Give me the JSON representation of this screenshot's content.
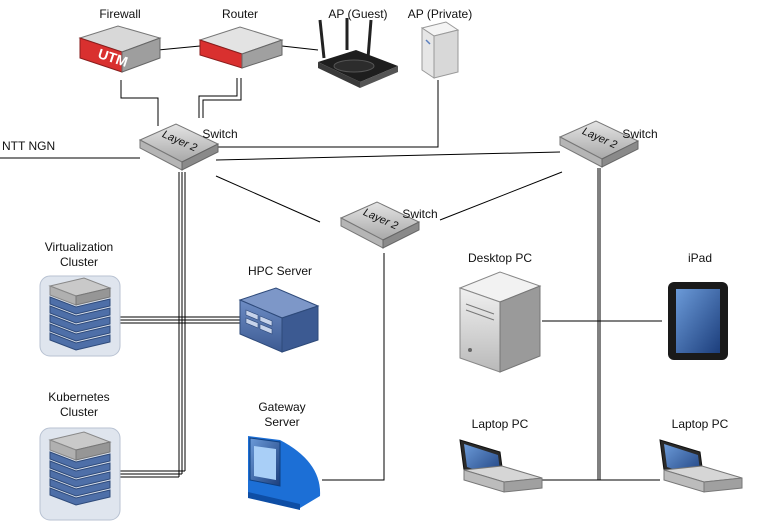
{
  "labels": {
    "firewall": "Firewall",
    "router": "Router",
    "ap_guest": "AP (Guest)",
    "ap_private": "AP (Private)",
    "ntt_ngn": "NTT NGN",
    "switch_main": "Switch",
    "switch_right": "Switch",
    "switch_mid": "Switch",
    "virtualization_line1": "Virtualization",
    "virtualization_line2": "Cluster",
    "hpc_server": "HPC Server",
    "desktop_pc": "Desktop PC",
    "ipad": "iPad",
    "kubernetes_line1": "Kubernetes",
    "kubernetes_line2": "Cluster",
    "gateway_line1": "Gateway",
    "gateway_line2": "Server",
    "laptop_left": "Laptop PC",
    "laptop_right": "Laptop PC"
  },
  "device_text": {
    "utm": "UTM",
    "switch_badge": "Layer 2"
  },
  "colors": {
    "line": "#000000",
    "firewall_red": "#d9302f",
    "device_gray": "#c8c8c8",
    "server_blue": "#4e6fa8",
    "cluster_bg": "#dfe5ee"
  }
}
